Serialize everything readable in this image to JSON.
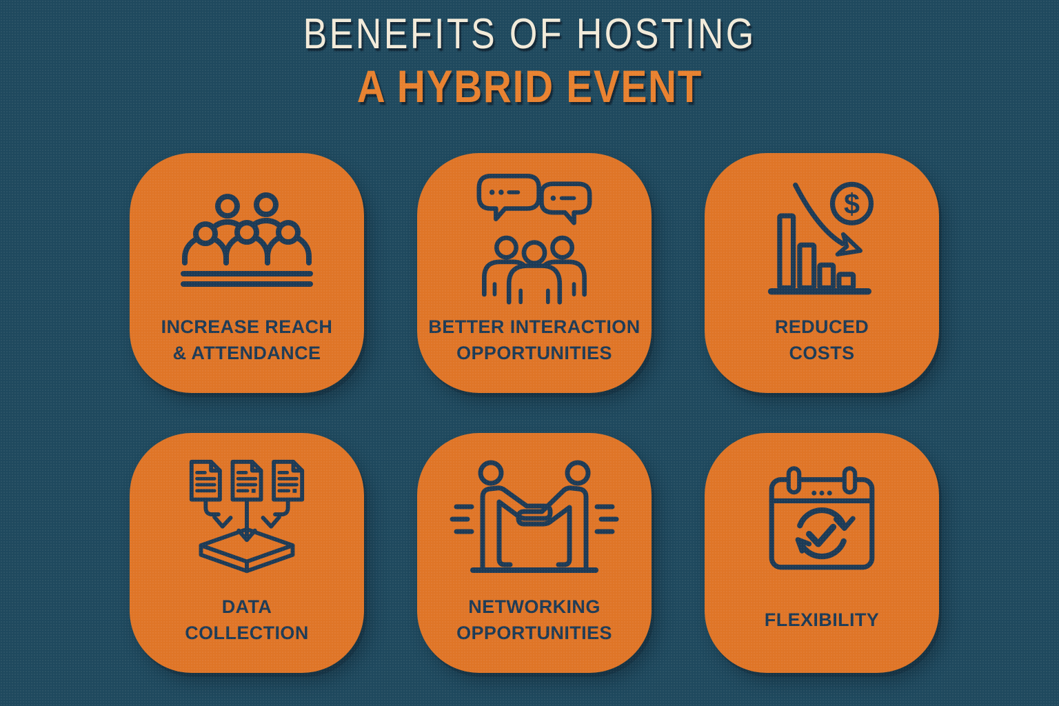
{
  "title": {
    "line1": "BENEFITS OF HOSTING",
    "line2": "A HYBRID EVENT"
  },
  "cards": [
    {
      "id": "increase-reach",
      "icon": "audience-icon",
      "lines": [
        "INCREASE REACH",
        "& ATTENDANCE"
      ]
    },
    {
      "id": "better-interaction",
      "icon": "people-speech-bubbles-icon",
      "lines": [
        "BETTER INTERACTION",
        "OPPORTUNITIES"
      ]
    },
    {
      "id": "reduced-costs",
      "icon": "declining-chart-dollar-icon",
      "lines": [
        "REDUCED",
        "COSTS"
      ]
    },
    {
      "id": "data-collection",
      "icon": "documents-into-box-icon",
      "lines": [
        "DATA",
        "COLLECTION"
      ]
    },
    {
      "id": "networking",
      "icon": "handshake-people-icon",
      "lines": [
        "NETWORKING",
        "OPPORTUNITIES"
      ]
    },
    {
      "id": "flexibility",
      "icon": "calendar-refresh-check-icon",
      "lines": [
        "FLEXIBILITY"
      ]
    }
  ],
  "glyphs": {
    "dollar": "$"
  },
  "colors": {
    "bg": "#1f495e",
    "card": "#df7527",
    "ink": "#1d3a55",
    "title_cream": "#f1ead9",
    "title_orange": "#e8812f"
  }
}
